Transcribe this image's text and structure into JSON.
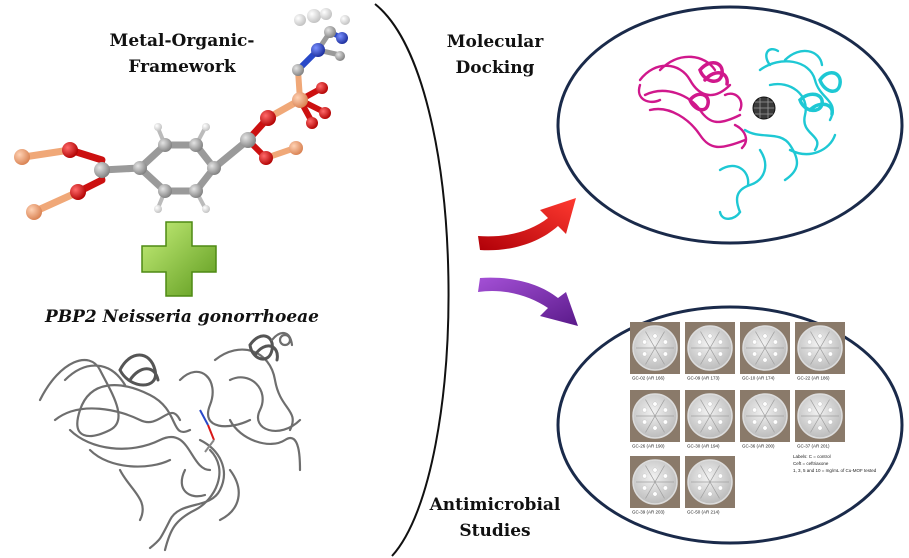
{
  "labels": {
    "mof_line1": "Metal-Organic-",
    "mof_line2": "Framework",
    "protein": "PBP2 Neisseria gonorrhoeae",
    "docking_line1": "Molecular",
    "docking_line2": "Docking",
    "studies_line1": "Antimicrobial",
    "studies_line2": "Studies"
  },
  "plates": [
    "GC-02 (AR 166)",
    "GC-09 (AR 173)",
    "GC-10 (AR 174)",
    "GC-22 (AR 186)",
    "GC-26 (AR 190)",
    "GC-30 (AR 194)",
    "GC-36 (AR 200)",
    "GC-37 (AR 201)",
    "GC-39 (AR 203)",
    "GC-50 (AR 214)"
  ],
  "plate_legend": [
    "Labels: C = control",
    "Ceft = ceftriaxone",
    "1, 3, 5 and 10 = mg/mL of Cu-MOF tested"
  ],
  "colors": {
    "arrow_red": "#e8141a",
    "arrow_purple": "#7b2ea6",
    "plus_green": "#8cc63f",
    "ellipse_border": "#1a2a4a",
    "protein_magenta": "#d0188c",
    "protein_cyan": "#1ec8d4",
    "copper": "#f0a878",
    "oxygen": "#d81818",
    "carbon": "#9a9a9a",
    "nitrogen": "#2848c8"
  }
}
